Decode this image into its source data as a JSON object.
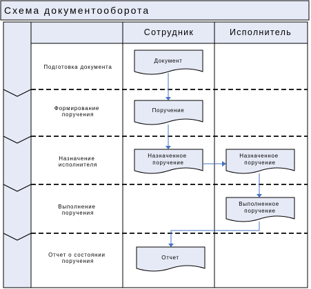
{
  "title": "Схема документооборота",
  "lanes": [
    "Сотрудник",
    "Исполнитель"
  ],
  "stages": [
    [
      "Подготовка документа"
    ],
    [
      "Формирование",
      "поручения"
    ],
    [
      "Назначение",
      "исполнителя"
    ],
    [
      "Выполнение",
      "поручения"
    ],
    [
      "Отчет о состоянии",
      "поручения"
    ]
  ],
  "documents": {
    "document": [
      "Документ"
    ],
    "order": [
      "Поручение"
    ],
    "assigned_employee": [
      "Назначенное",
      "поручение"
    ],
    "assigned_executor": [
      "Назначенное",
      "поручение"
    ],
    "completed": [
      "Выполненное",
      "поручение"
    ],
    "report": [
      "Отчет"
    ]
  },
  "colors": {
    "header_fill": "#e6eaf6",
    "shape_fill": "#e6eaf6",
    "arrow": "#4472c4",
    "line": "#000000"
  }
}
